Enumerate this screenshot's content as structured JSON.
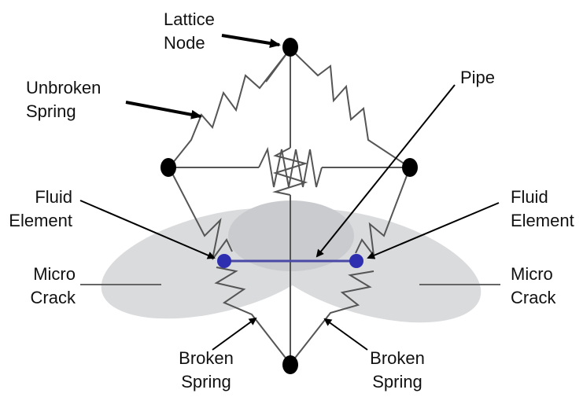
{
  "labels": {
    "lattice_node": [
      "Lattice",
      "Node"
    ],
    "unbroken_spring": [
      "Unbroken",
      "Spring"
    ],
    "pipe": "Pipe",
    "fluid_element_left": [
      "Fluid",
      "Element"
    ],
    "fluid_element_right": [
      "Fluid",
      "Element"
    ],
    "micro_crack_left": [
      "Micro",
      "Crack"
    ],
    "micro_crack_right": [
      "Micro",
      "Crack"
    ],
    "broken_spring_left": [
      "Broken",
      "Spring"
    ],
    "broken_spring_right": [
      "Broken",
      "Spring"
    ]
  },
  "colors": {
    "node": "#000000",
    "spring": "#555555",
    "pipe": "#4a4aa6",
    "fluid_element": "#2e2eb0",
    "crack": "#d9dadc",
    "crack_dark": "#c8cacd",
    "arrow": "#000000"
  }
}
